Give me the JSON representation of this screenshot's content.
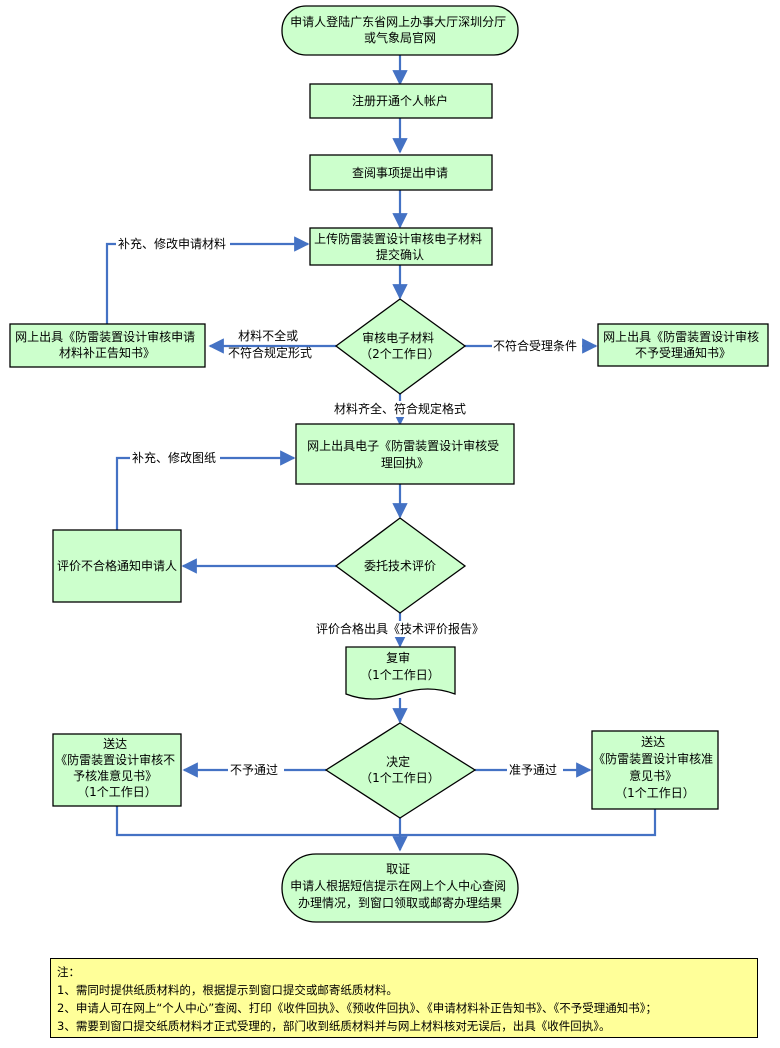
{
  "nodes": {
    "start": [
      "申请人登陆广东省网上办事大厅深圳分厅",
      "或气象局官网"
    ],
    "register": [
      "注册开通个人帐户"
    ],
    "apply": [
      "查阅事项提出申请"
    ],
    "upload": [
      "上传防雷装置设计审核电子材料",
      "提交确认"
    ],
    "review": [
      "审核电子材料",
      "（2个工作日）"
    ],
    "supplement_notice": [
      "网上出具《防雷装置设计审核申请",
      "材料补正告知书》"
    ],
    "reject_notice": [
      "网上出具《防雷装置设计审核",
      "不予受理通知书》"
    ],
    "receipt": [
      "网上出具电子《防雷装置设计审核受",
      "理回执》"
    ],
    "tech_eval": [
      "委托技术评价"
    ],
    "eval_fail": [
      "评价不合格通知申请人"
    ],
    "recheck": [
      "复审",
      "（1个工作日）"
    ],
    "decision": [
      "决定",
      "（1个工作日）"
    ],
    "deny": [
      "送达",
      "《防雷装置设计审核不",
      "予核准意见书》",
      "（1个工作日）"
    ],
    "approve": [
      "送达",
      "《防雷装置设计审核准",
      "意见书》",
      "（1个工作日）"
    ],
    "collect": [
      "取证",
      "申请人根据短信提示在网上个人中心查阅",
      "办理情况，到窗口领取或邮寄办理结果"
    ]
  },
  "edges": {
    "supplement_materials": "补充、修改申请材料",
    "incomplete": [
      "材料不全或",
      "不符合规定形式"
    ],
    "not_eligible": "不符合受理条件",
    "complete": "材料齐全、符合规定格式",
    "supplement_drawings": "补充、修改图纸",
    "eval_pass": "评价合格出具《技术评价报告》",
    "not_approved": "不予通过",
    "approved": "准予通过"
  },
  "notes": {
    "title": "注：",
    "items": [
      "1、需同时提供纸质材料的，根据提示到窗口提交或邮寄纸质材料。",
      "2、申请人可在网上“个人中心”查阅、打印《收件回执》、《预收件回执》、《申请材料补正告知书》、《不予受理通知书》；",
      "3、需要到窗口提交纸质材料才正式受理的，部门收到纸质材料并与网上材料核对无误后，出具《收件回执》。"
    ]
  },
  "colors": {
    "node_fill": "#ccffcc",
    "node_stroke": "#000000",
    "arrow": "#4472c4",
    "notes_fill": "#ffff99"
  }
}
